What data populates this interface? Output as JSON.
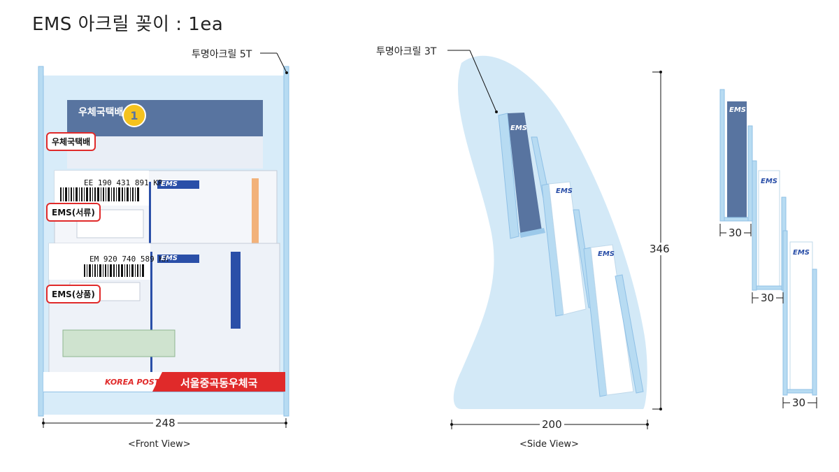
{
  "title": "EMS 아크릴 꽂이 : 1ea",
  "front": {
    "material_label": "투명아크릴 5T",
    "width_dim": "248",
    "caption": "<Front View>",
    "tags": [
      "우체국택배",
      "EMS(서류)",
      "EMS(상품)"
    ],
    "banner_brand": "KOREA POST",
    "banner_office": "서울중곡동우체국",
    "form_top_header": "우체국택배",
    "form1_tracking": "EE 190 431 891 KR",
    "form2_tracking": "EM 920 740 589 KR",
    "ems_logo": "EMS"
  },
  "side": {
    "material_label": "투명아크릴 3T",
    "height_dim": "346",
    "width_dim": "200",
    "caption": "<Side View>",
    "ems_logo": "EMS"
  },
  "detail": {
    "dims": [
      "30",
      "30",
      "30"
    ],
    "ems_logo": "EMS"
  },
  "colors": {
    "acrylic_fill": "#cfe6f6",
    "acrylic_edge": "#9cc9ea",
    "banner_red": "#e02a2a",
    "form_navy": "#4c6b94",
    "ems_blue": "#2a4fa8"
  }
}
